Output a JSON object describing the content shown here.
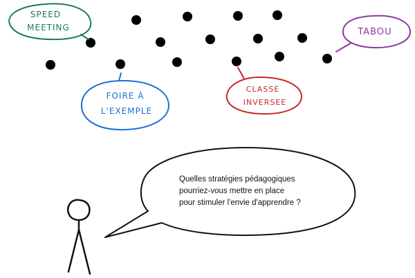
{
  "bubbles": {
    "speed_meeting": {
      "line1": "SPEED",
      "line2": "MEETING",
      "color": "#1d7a4e"
    },
    "tabou": {
      "label": "TABOU",
      "color": "#8b3a9a"
    },
    "foire": {
      "line1": "FOIRE À",
      "line2": "L'EXEMPLE",
      "color": "#1a6fd8"
    },
    "classe": {
      "line1": "CLASSE",
      "line2": "INVERSEE",
      "color": "#c62828"
    }
  },
  "speech": {
    "line1": "Quelles stratégies pédagogiques",
    "line2": "pourriez-vous mettre en place",
    "line3": "pour stimuler l'envie d'apprendre ?"
  },
  "colors": {
    "ink": "#111111",
    "dots": "#000000"
  }
}
